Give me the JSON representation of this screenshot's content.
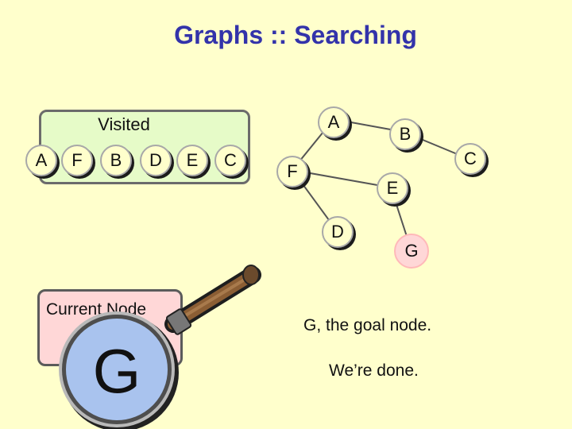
{
  "title": "Graphs :: Searching",
  "visited": {
    "label": "Visited",
    "nodes": [
      "A",
      "F",
      "B",
      "D",
      "E",
      "C"
    ]
  },
  "graph": {
    "nodes": {
      "A": "A",
      "B": "B",
      "C": "C",
      "F": "F",
      "E": "E",
      "D": "D",
      "G": "G"
    },
    "goal_node": "G",
    "edges": [
      [
        "A",
        "F"
      ],
      [
        "A",
        "B"
      ],
      [
        "B",
        "C"
      ],
      [
        "F",
        "E"
      ],
      [
        "F",
        "D"
      ],
      [
        "E",
        "G"
      ]
    ]
  },
  "current_node": {
    "label": "Current Node",
    "value": "G"
  },
  "messages": {
    "line1": "G, the goal node.",
    "line2": "We’re done."
  },
  "colors": {
    "title": "#3333aa",
    "visited_panel": "#e6fbc8",
    "current_panel": "#ffd7d7",
    "node_fill": "#ffffcc",
    "goal_fill": "#ffd7d7",
    "lens": "#a9c3ee"
  }
}
